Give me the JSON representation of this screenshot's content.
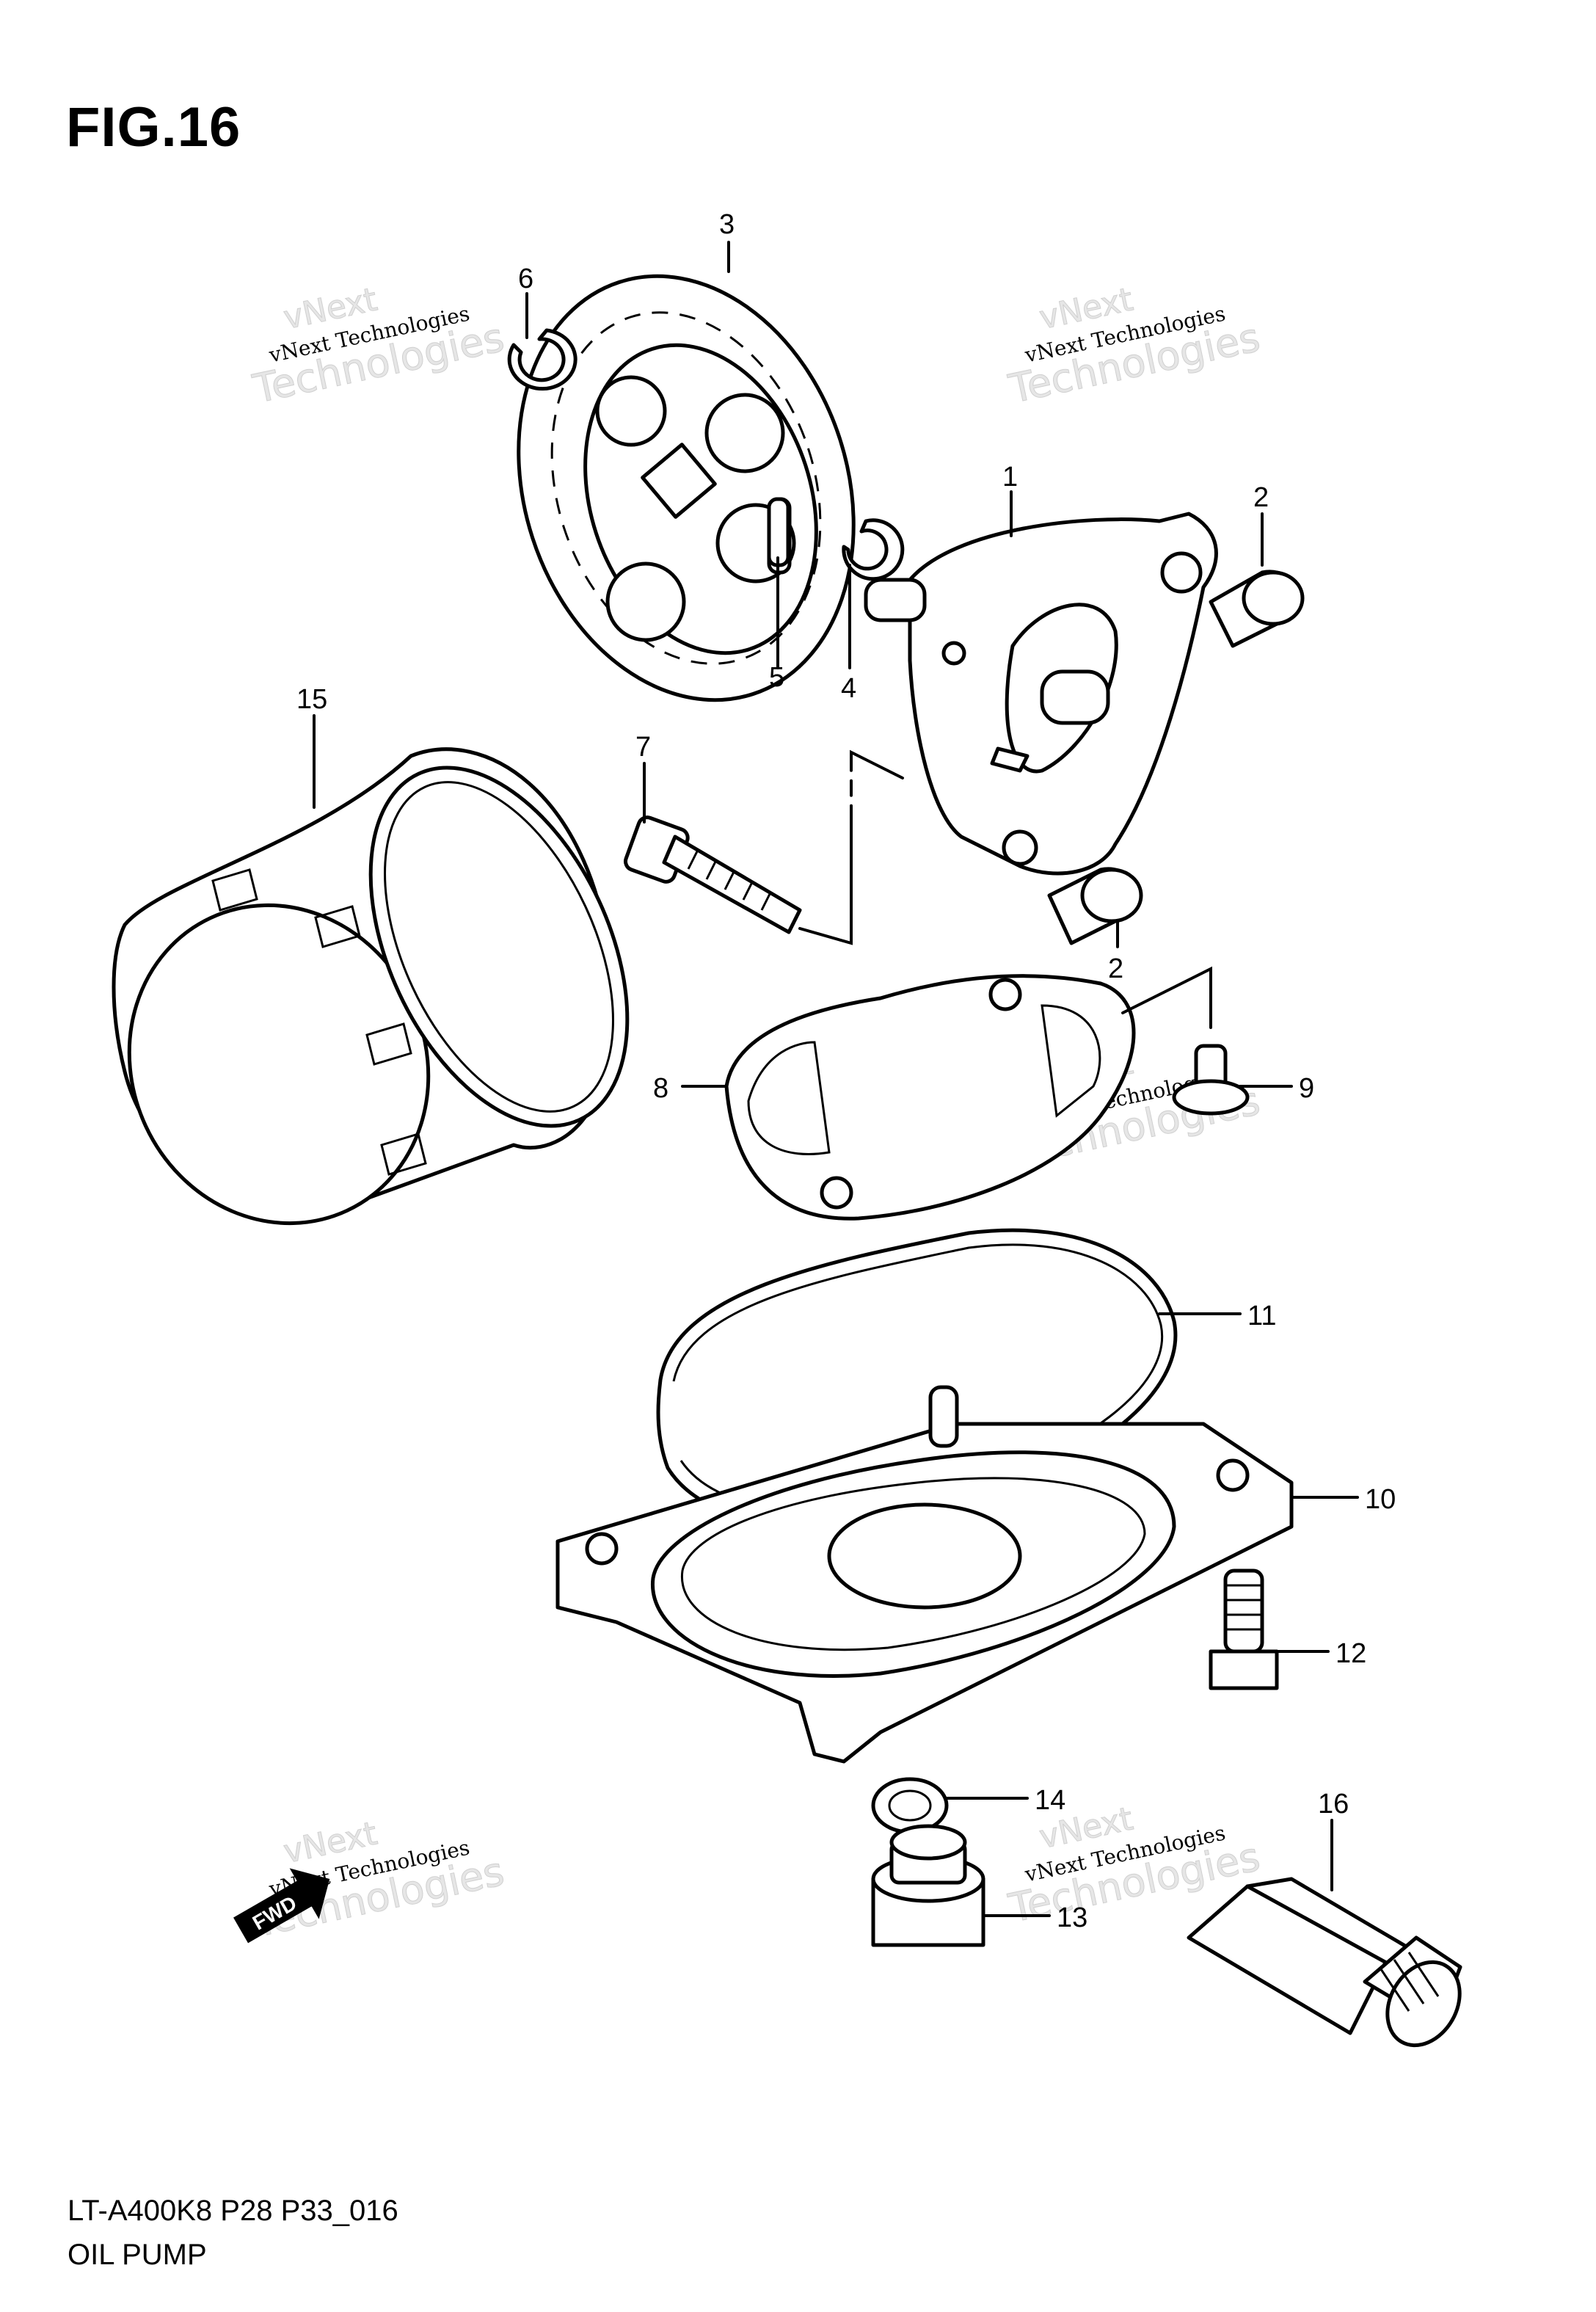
{
  "figure": {
    "title": "FIG.16",
    "model_code": "LT-A400K8 P28 P33_016",
    "section_name": "OIL PUMP"
  },
  "watermark": {
    "line1": "vNext",
    "line2": "vNext Technologies",
    "line3": "Technologies"
  },
  "callouts": [
    {
      "id": "1",
      "part": "oil-pump-body"
    },
    {
      "id": "2",
      "part": "dowel-pin"
    },
    {
      "id": "2",
      "part": "dowel-pin"
    },
    {
      "id": "3",
      "part": "oil-pump-driven-gear"
    },
    {
      "id": "4",
      "part": "circlip"
    },
    {
      "id": "5",
      "part": "pin"
    },
    {
      "id": "6",
      "part": "circlip"
    },
    {
      "id": "7",
      "part": "bolt"
    },
    {
      "id": "8",
      "part": "oil-strainer"
    },
    {
      "id": "9",
      "part": "bolt"
    },
    {
      "id": "10",
      "part": "oil-pan"
    },
    {
      "id": "11",
      "part": "o-ring"
    },
    {
      "id": "12",
      "part": "bolt"
    },
    {
      "id": "13",
      "part": "drain-plug"
    },
    {
      "id": "14",
      "part": "gasket"
    },
    {
      "id": "15",
      "part": "oil-filter"
    },
    {
      "id": "16",
      "part": "oil-pressure-switch"
    }
  ],
  "fwd_label": "FWD"
}
